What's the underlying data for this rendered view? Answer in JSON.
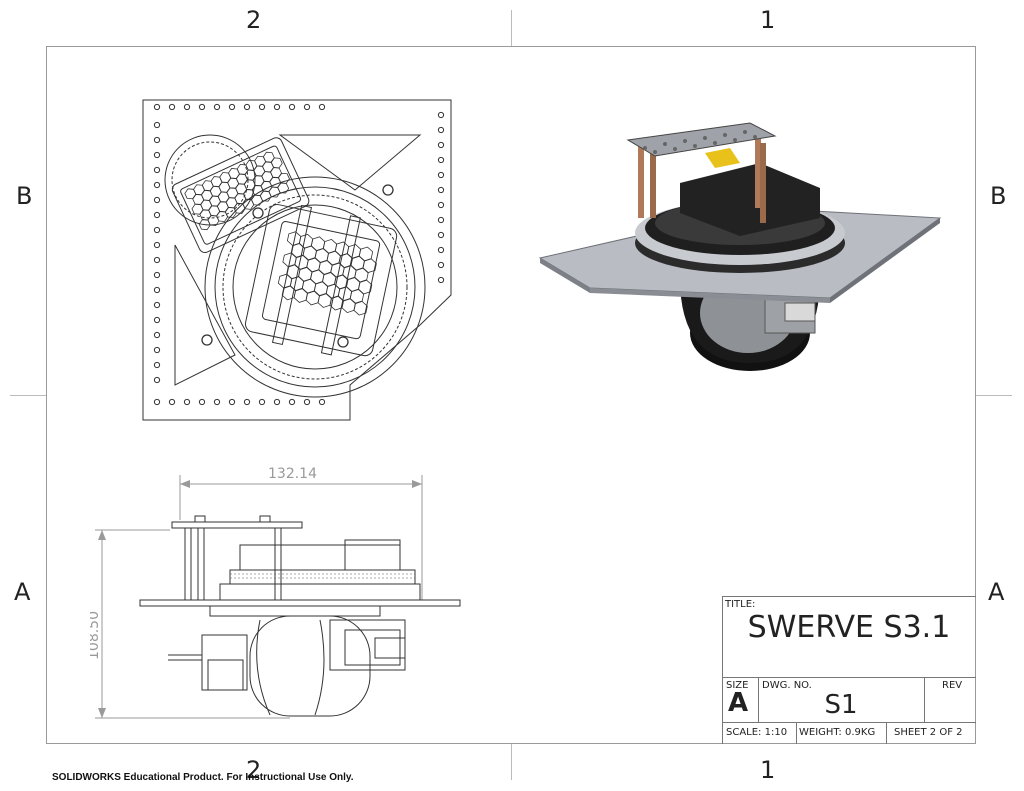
{
  "zones": {
    "top": [
      "2",
      "1"
    ],
    "bottom": [
      "2",
      "1"
    ],
    "left": [
      "B",
      "A"
    ],
    "right": [
      "B",
      "A"
    ]
  },
  "dimensions": {
    "width": "132.14",
    "height": "108.50"
  },
  "title_block": {
    "title_label": "TITLE:",
    "title": "SWERVE S3.1",
    "size_label": "SIZE",
    "size_value": "A",
    "dwg_no_label": "DWG.  NO.",
    "dwg_no_value": "S1",
    "rev_label": "REV",
    "scale": "SCALE: 1:10",
    "weight": "WEIGHT: 0.9KG",
    "sheet": "SHEET 2 OF 2"
  },
  "watermark": "SOLIDWORKS Educational Product. For Instructional Use Only.",
  "colors": {
    "line": "#333333",
    "border": "#9a9a9a",
    "plate": "#b9bcc2",
    "dark_part": "#2b2b2b",
    "accent": "#e8c21a",
    "standoff": "#b07a5a"
  }
}
